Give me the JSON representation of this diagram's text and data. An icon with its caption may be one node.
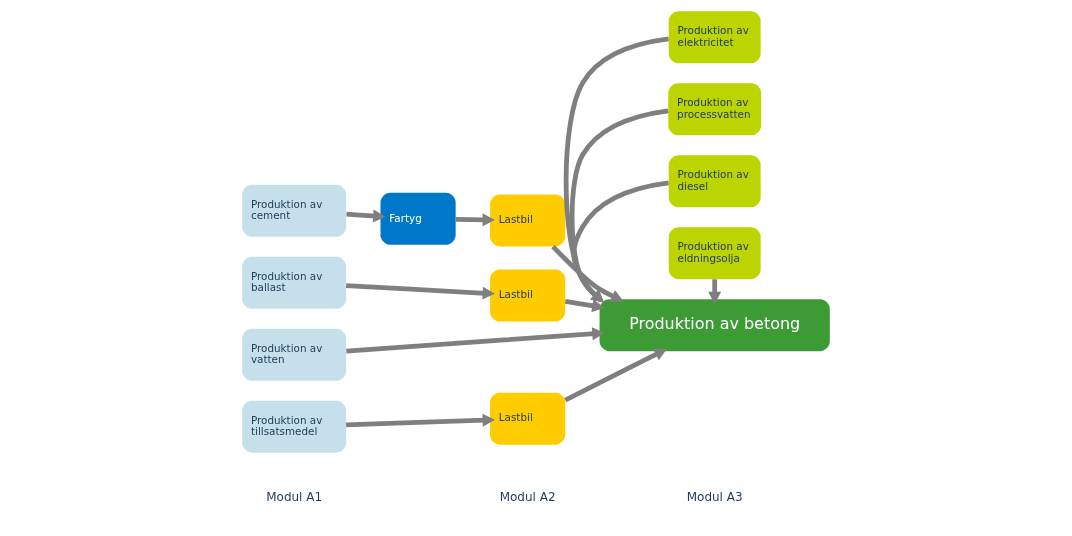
{
  "diagram": {
    "nodes": [
      {
        "text": [
          "Produktion av cement"
        ]
      },
      {
        "text": [
          "Fartyg"
        ]
      },
      {
        "text": [
          "Lastbil"
        ]
      },
      {
        "text": [
          "Produktion av ballast"
        ]
      },
      {
        "text": [
          "Lastbil"
        ]
      },
      {
        "text": [
          "Produktion av vatten"
        ]
      },
      {
        "text": [
          "Produktion av tillsatsmedel"
        ]
      },
      {
        "text": [
          "Lastbil"
        ]
      },
      {
        "text": [
          "Produktion av betong"
        ]
      },
      {
        "text": [
          "Produktion av elektricitet"
        ]
      },
      {
        "text": [
          "Produktion av processvatten"
        ]
      },
      {
        "text": [
          "Produktion av diesel"
        ]
      },
      {
        "text": [
          "Produktion av eldningsolja"
        ]
      }
    ],
    "edges": [
      {
        "from": 0,
        "to": 1,
        "arrow": "to"
      },
      {
        "from": 1,
        "to": 2,
        "arrow": "to"
      },
      {
        "from": 2,
        "to": 8,
        "arrow": "to"
      },
      {
        "from": 3,
        "to": 4,
        "arrow": "to"
      },
      {
        "from": 4,
        "to": 8,
        "arrow": "to"
      },
      {
        "from": 5,
        "to": 8,
        "arrow": "to"
      },
      {
        "from": 6,
        "to": 7,
        "arrow": "to"
      },
      {
        "from": 7,
        "to": 8,
        "arrow": "to"
      },
      {
        "from": 9,
        "to": 8,
        "arrow": "to"
      },
      {
        "from": 10,
        "to": 8,
        "arrow": "to"
      },
      {
        "from": 11,
        "to": 8,
        "arrow": "to"
      },
      {
        "from": 12,
        "to": 8,
        "arrow": "to"
      }
    ],
    "labels": [
      "Modul A1",
      "Modul A2",
      "Modul A3"
    ]
  }
}
